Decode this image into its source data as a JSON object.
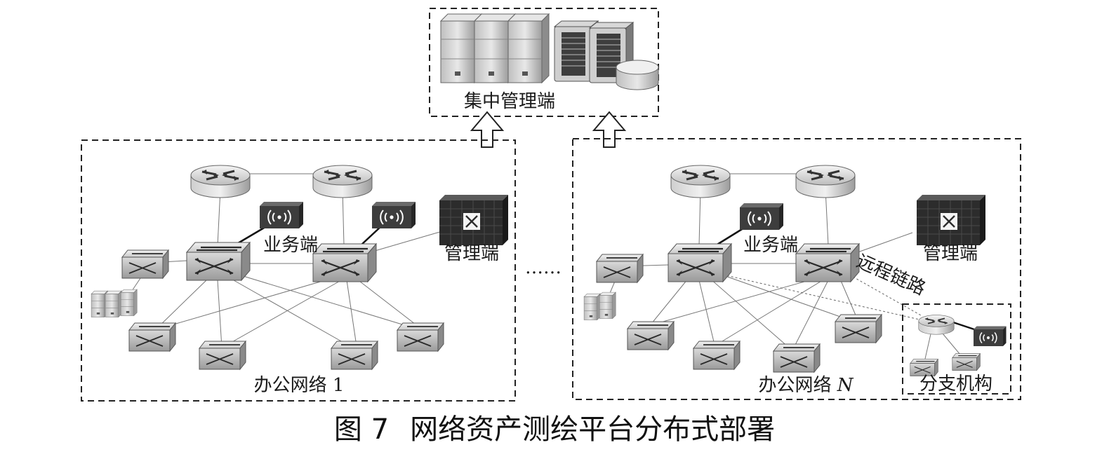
{
  "central": {
    "label": "集中管理端"
  },
  "network1": {
    "title": "办公网络 1",
    "business_label": "业务端",
    "manager_label": "管理端"
  },
  "ellipsis": "……",
  "networkN": {
    "title_prefix": "办公网络 ",
    "title_var": "N",
    "business_label": "业务端",
    "manager_label": "管理端",
    "remote_link_label": "远程链路",
    "branch_label": "分支机构"
  },
  "caption": {
    "figure": "图 7",
    "text": "网络资产测绘平台分布式部署"
  },
  "colors": {
    "dash": "#222222",
    "device_light": "#dcdcdc",
    "device_dark": "#4a4a4a",
    "firewall": "#2e2e2e"
  },
  "icons": [
    "router-icon",
    "switch-icon",
    "wireless-ap-icon",
    "firewall-icon",
    "server-icon",
    "storage-icon"
  ]
}
